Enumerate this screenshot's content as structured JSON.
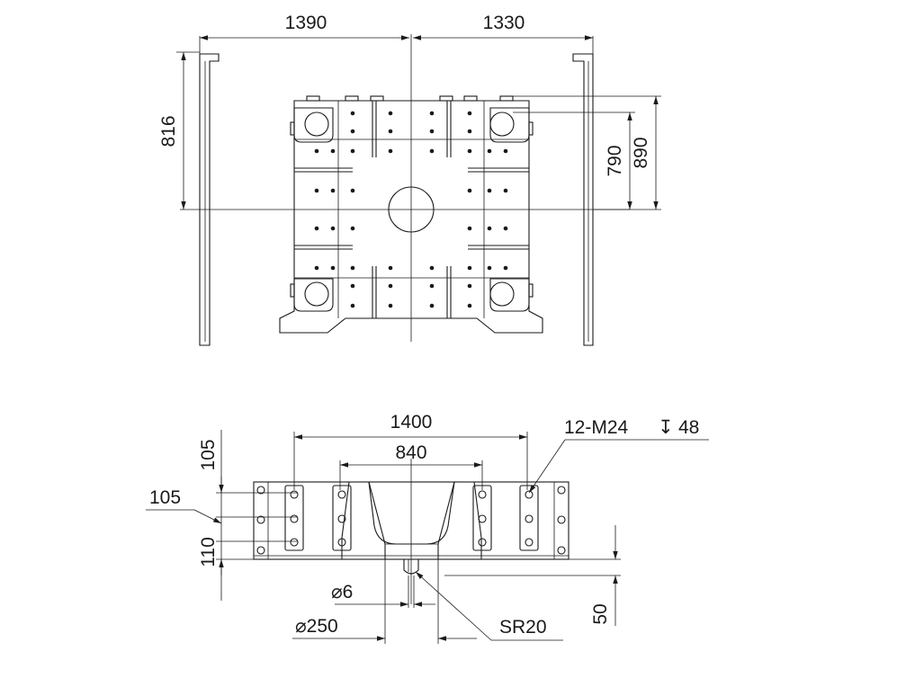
{
  "colors": {
    "ink": "#1a1a1a",
    "background": "#ffffff"
  },
  "top_view": {
    "dim_left_width": "1390",
    "dim_right_width": "1330",
    "dim_tiebar_height": "816",
    "dim_slot_height": "790",
    "dim_plate_height": "890"
  },
  "side_view": {
    "dim_bolt_span": "1400",
    "dim_inner_span": "840",
    "dim_vert_105_top": "105",
    "dim_vert_105_mid": "105",
    "dim_vert_110": "110",
    "dim_hole_callout": "12-M24",
    "dim_hole_depth_symbol": "↧",
    "dim_hole_depth": "48",
    "dim_nozzle_hole": "⌀6",
    "dim_locating_ring": "⌀250",
    "dim_sphere_radius": "SR20",
    "dim_nozzle_depth": "50"
  }
}
